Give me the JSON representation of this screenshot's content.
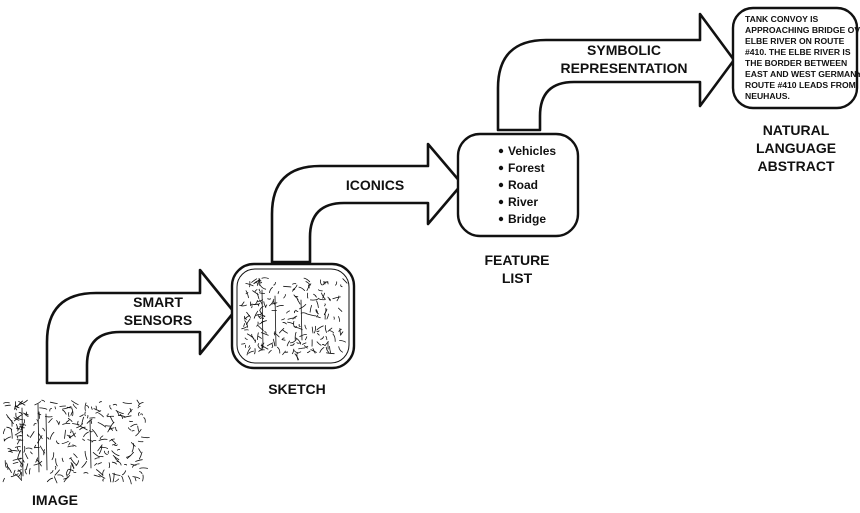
{
  "stages": {
    "image": {
      "label": "IMAGE"
    },
    "sketch": {
      "label": "SKETCH"
    },
    "feature_list": {
      "label_lines": [
        "FEATURE",
        "LIST"
      ],
      "items": [
        "Vehicles",
        "Forest",
        "Road",
        "River",
        "Bridge"
      ]
    },
    "abstract": {
      "label_lines": [
        "NATURAL",
        "LANGUAGE",
        "ABSTRACT"
      ],
      "text_lines": [
        "TANK CONVOY IS",
        "APPROACHING BRIDGE OVER",
        "ELBE RIVER ON ROUTE",
        "#410. THE ELBE RIVER IS",
        "THE BORDER BETWEEN",
        "EAST AND WEST GERMANY.",
        "ROUTE #410 LEADS FROM",
        "NEUHAUS."
      ]
    }
  },
  "arrows": {
    "smart_sensors": {
      "label_lines": [
        "SMART",
        "SENSORS"
      ]
    },
    "iconics": {
      "label_lines": [
        "ICONICS"
      ]
    },
    "symbolic": {
      "label_lines": [
        "SYMBOLIC",
        "REPRESENTATION"
      ]
    }
  }
}
